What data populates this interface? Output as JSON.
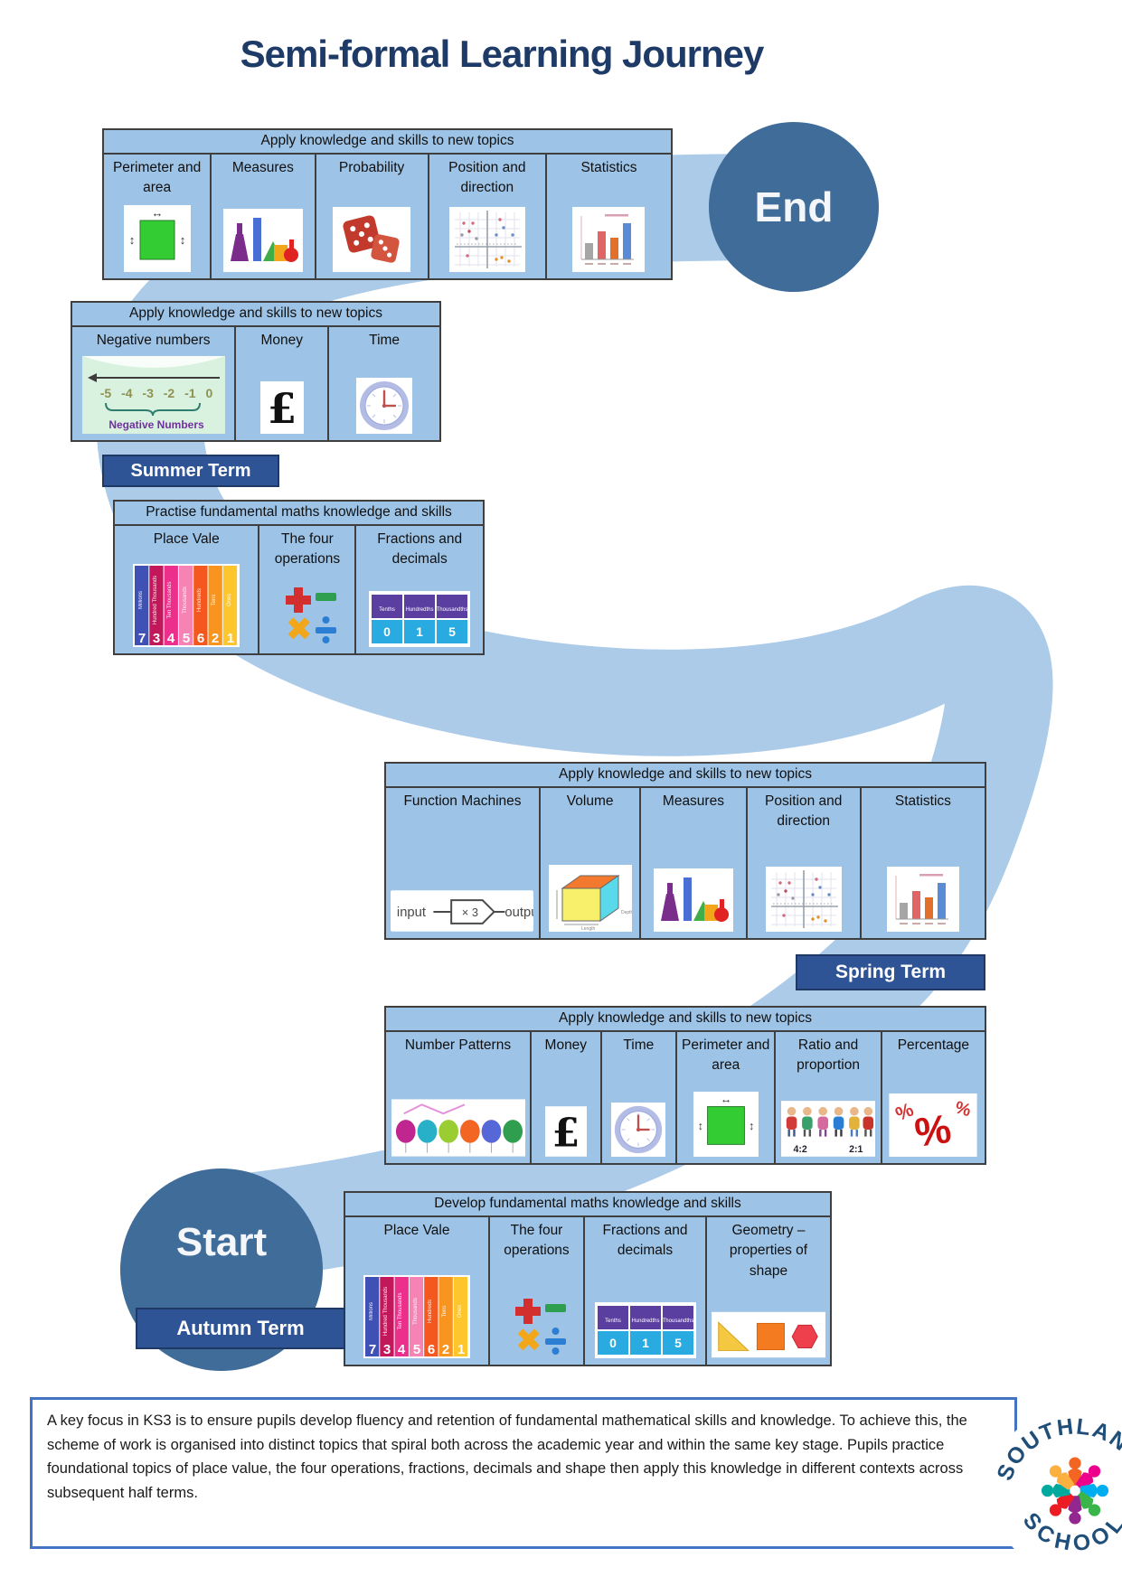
{
  "title": "Semi-formal Learning Journey",
  "nodes": {
    "start": "Start",
    "end": "End"
  },
  "terms": {
    "summer": "Summer Term",
    "spring": "Spring Term",
    "autumn": "Autumn Term"
  },
  "tables": {
    "t1": {
      "header": "Apply knowledge and skills to new topics",
      "columns": [
        {
          "label": "Perimeter and area",
          "icon": "perimeter-icon"
        },
        {
          "label": "Measures",
          "icon": "measures-icon"
        },
        {
          "label": "Probability",
          "icon": "dice-icon"
        },
        {
          "label": "Position and direction",
          "icon": "coordinate-grid-icon"
        },
        {
          "label": "Statistics",
          "icon": "bar-chart-icon"
        }
      ]
    },
    "t2": {
      "header": "Apply knowledge and skills to new topics",
      "columns": [
        {
          "label": "Negative numbers",
          "icon": "number-line-icon"
        },
        {
          "label": "Money",
          "icon": "pound-icon"
        },
        {
          "label": "Time",
          "icon": "clock-icon"
        }
      ]
    },
    "t3": {
      "header": "Practise fundamental maths knowledge and skills",
      "columns": [
        {
          "label": "Place Vale",
          "icon": "place-value-icon"
        },
        {
          "label": "The four operations",
          "icon": "four-operations-icon"
        },
        {
          "label": "Fractions and decimals",
          "icon": "decimals-table-icon"
        }
      ]
    },
    "t4": {
      "header": "Apply knowledge and skills to new topics",
      "columns": [
        {
          "label": "Function Machines",
          "icon": "function-machine-icon"
        },
        {
          "label": "Volume",
          "icon": "cuboid-icon"
        },
        {
          "label": "Measures",
          "icon": "measures-icon"
        },
        {
          "label": "Position and direction",
          "icon": "coordinate-grid-icon"
        },
        {
          "label": "Statistics",
          "icon": "bar-chart-icon"
        }
      ]
    },
    "t5": {
      "header": "Apply knowledge and skills to new topics",
      "columns": [
        {
          "label": "Number Patterns",
          "icon": "balloons-icon"
        },
        {
          "label": "Money",
          "icon": "pound-icon"
        },
        {
          "label": "Time",
          "icon": "clock-icon"
        },
        {
          "label": "Perimeter and area",
          "icon": "perimeter-icon"
        },
        {
          "label": "Ratio and proportion",
          "icon": "ratio-icon"
        },
        {
          "label": "Percentage",
          "icon": "percent-icon"
        }
      ]
    },
    "t6": {
      "header": "Develop fundamental maths knowledge and skills",
      "columns": [
        {
          "label": "Place Vale",
          "icon": "place-value-icon"
        },
        {
          "label": "The four operations",
          "icon": "four-operations-icon"
        },
        {
          "label": "Fractions and decimals",
          "icon": "decimals-table-icon"
        },
        {
          "label": "Geometry – properties of shape",
          "icon": "shapes-icon"
        }
      ]
    }
  },
  "icons": {
    "numberline": {
      "ticks": "-5 -4 -3 -2 -1 0",
      "caption": "Negative Numbers"
    },
    "pound": "£",
    "place_value": {
      "digits": [
        "7",
        "3",
        "4",
        "5",
        "6",
        "2",
        "1"
      ],
      "labels": [
        "Millions",
        "Hundred Thousands",
        "Ten Thousands",
        "Thousands",
        "Hundreds",
        "Tens",
        "Ones"
      ]
    },
    "fractions": {
      "headers": [
        "Tenths",
        "Hundredths",
        "Thousandths"
      ],
      "values": [
        "0",
        "1",
        "5"
      ]
    },
    "function_machine": {
      "input": "input",
      "operation": "× 3",
      "output": "output"
    },
    "ratio": {
      "left": "4:2",
      "right": "2:1"
    },
    "percent": {
      "symbol": "%"
    }
  },
  "footer": {
    "text": "A key focus in KS3 is to ensure pupils develop fluency and retention of fundamental mathematical skills and knowledge. To achieve this, the scheme of work is organised into distinct topics that spiral both across the academic year and within the same key stage. Pupils practice foundational topics of place value, the four operations, fractions, decimals and shape then apply this knowledge in different contexts across subsequent half terms."
  },
  "logo": {
    "top": "SOUTHLANDS",
    "bottom": "SCHOOL"
  },
  "colors": {
    "table_bg": "#9dc3e6",
    "path_blue": "#abcbe9",
    "node_blue": "#3f6c99",
    "term_bg": "#2f5496",
    "title_navy": "#1e3a66",
    "footer_border": "#4472c4"
  }
}
